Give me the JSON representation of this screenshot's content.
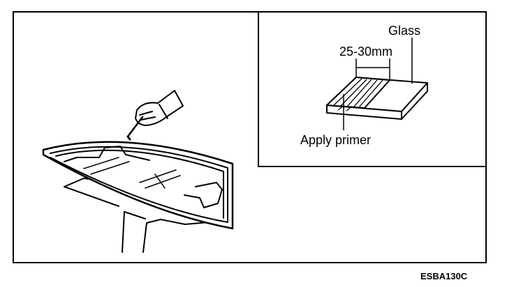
{
  "diagram": {
    "labels": {
      "glass": "Glass",
      "width": "25-30mm",
      "apply_primer": "Apply primer"
    },
    "figure_code": "ESBA130C"
  },
  "colors": {
    "line": "#000000",
    "background": "#ffffff"
  }
}
